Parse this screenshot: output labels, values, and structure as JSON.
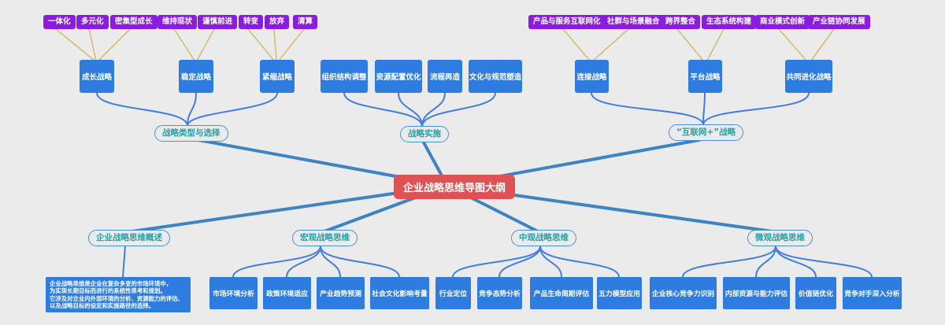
{
  "center": {
    "label": "企业战略思维导图大纲"
  },
  "colors": {
    "background": "#ebebec",
    "center_node": "#dd5252",
    "blue_node": "#2e7ce0",
    "purple_node": "#8a1cdb",
    "pill_border": "#4a90d9",
    "pill_text": "#27a0a5",
    "connector_main": "#3c85c2",
    "connector_branch": "#3f7de2",
    "connector_sub": "#d2bd74"
  },
  "branches": [
    {
      "label": "战略类型与选择",
      "nodes": [
        {
          "label": "成长战略",
          "subs": [
            "一体化",
            "多元化",
            "密集型成长"
          ]
        },
        {
          "label": "稳定战略",
          "subs": [
            "维持现状",
            "谨慎前进"
          ]
        },
        {
          "label": "紧缩战略",
          "subs": [
            "转变",
            "放弃",
            "清算"
          ]
        }
      ]
    },
    {
      "label": "战略实施",
      "nodes": [
        {
          "label": "组织结构调整"
        },
        {
          "label": "资源配置优化"
        },
        {
          "label": "流程再造"
        },
        {
          "label": "文化与规范塑造"
        }
      ]
    },
    {
      "label": "“互联网+”战略",
      "nodes": [
        {
          "label": "连接战略",
          "subs": [
            "产品与服务互联网化",
            "社群与场景融合"
          ]
        },
        {
          "label": "平台战略",
          "subs": [
            "跨界整合",
            "生态系统构建"
          ]
        },
        {
          "label": "共同进化战略",
          "subs": [
            "商业模式创新",
            "产业链协同发展"
          ]
        }
      ]
    },
    {
      "label": "企业战略思维概述",
      "description_lines": [
        "企业战略思维是企业在复杂多变的市场环境中，",
        "为实现长期目标而进行的系统性思考和规划。",
        "它涉及对企业内外部环境的分析、资源能力的评估、",
        "以及战略目标的设定和实施路径的选择。"
      ]
    },
    {
      "label": "宏观战略思维",
      "nodes": [
        {
          "label": "市场环境分析"
        },
        {
          "label": "政策环境适应"
        },
        {
          "label": "产业趋势预测"
        },
        {
          "label": "社会文化影响考量"
        }
      ]
    },
    {
      "label": "中观战略思维",
      "nodes": [
        {
          "label": "行业定位"
        },
        {
          "label": "竞争态势分析"
        },
        {
          "label": "产品生命周期评估"
        },
        {
          "label": "五力模型应用"
        }
      ]
    },
    {
      "label": "微观战略思维",
      "nodes": [
        {
          "label": "企业核心竞争力识别"
        },
        {
          "label": "内部资源与能力评估"
        },
        {
          "label": "价值链优化"
        },
        {
          "label": "竞争对手深入分析"
        }
      ]
    }
  ]
}
